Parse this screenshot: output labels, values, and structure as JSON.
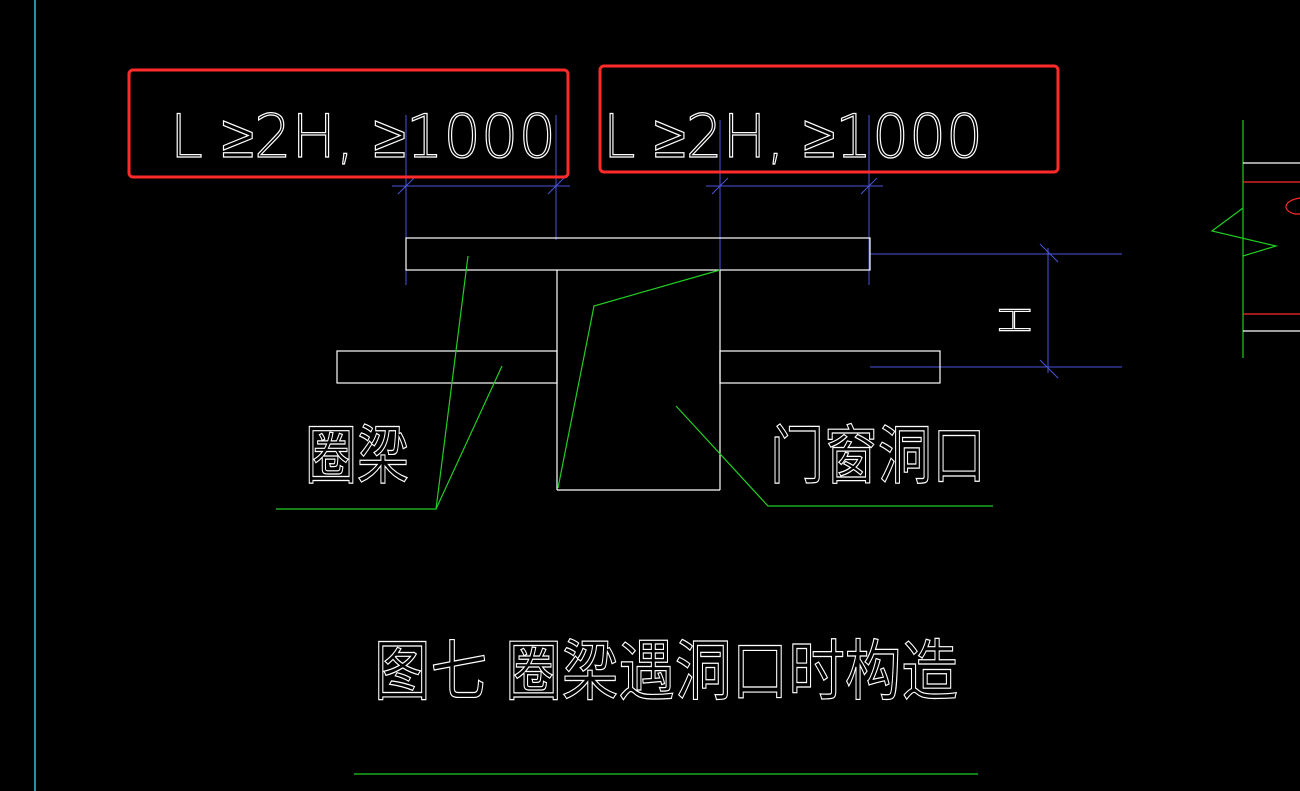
{
  "drawing": {
    "dimension_left": "L ≥2H, ≥1000",
    "dimension_right": "L ≥2H, ≥1000",
    "height_label": "H",
    "ring_beam_label": "圈梁",
    "opening_label": "门窗洞口",
    "figure_caption": "图七  圈梁遇洞口时构造"
  },
  "colors": {
    "background": "#000000",
    "object_lines": "#ffffff",
    "dimension_lines": "#4a55d8",
    "leader_lines": "#22cc22",
    "highlight_box": "#ff2a2a",
    "cyan_border": "#2bc4d0"
  }
}
